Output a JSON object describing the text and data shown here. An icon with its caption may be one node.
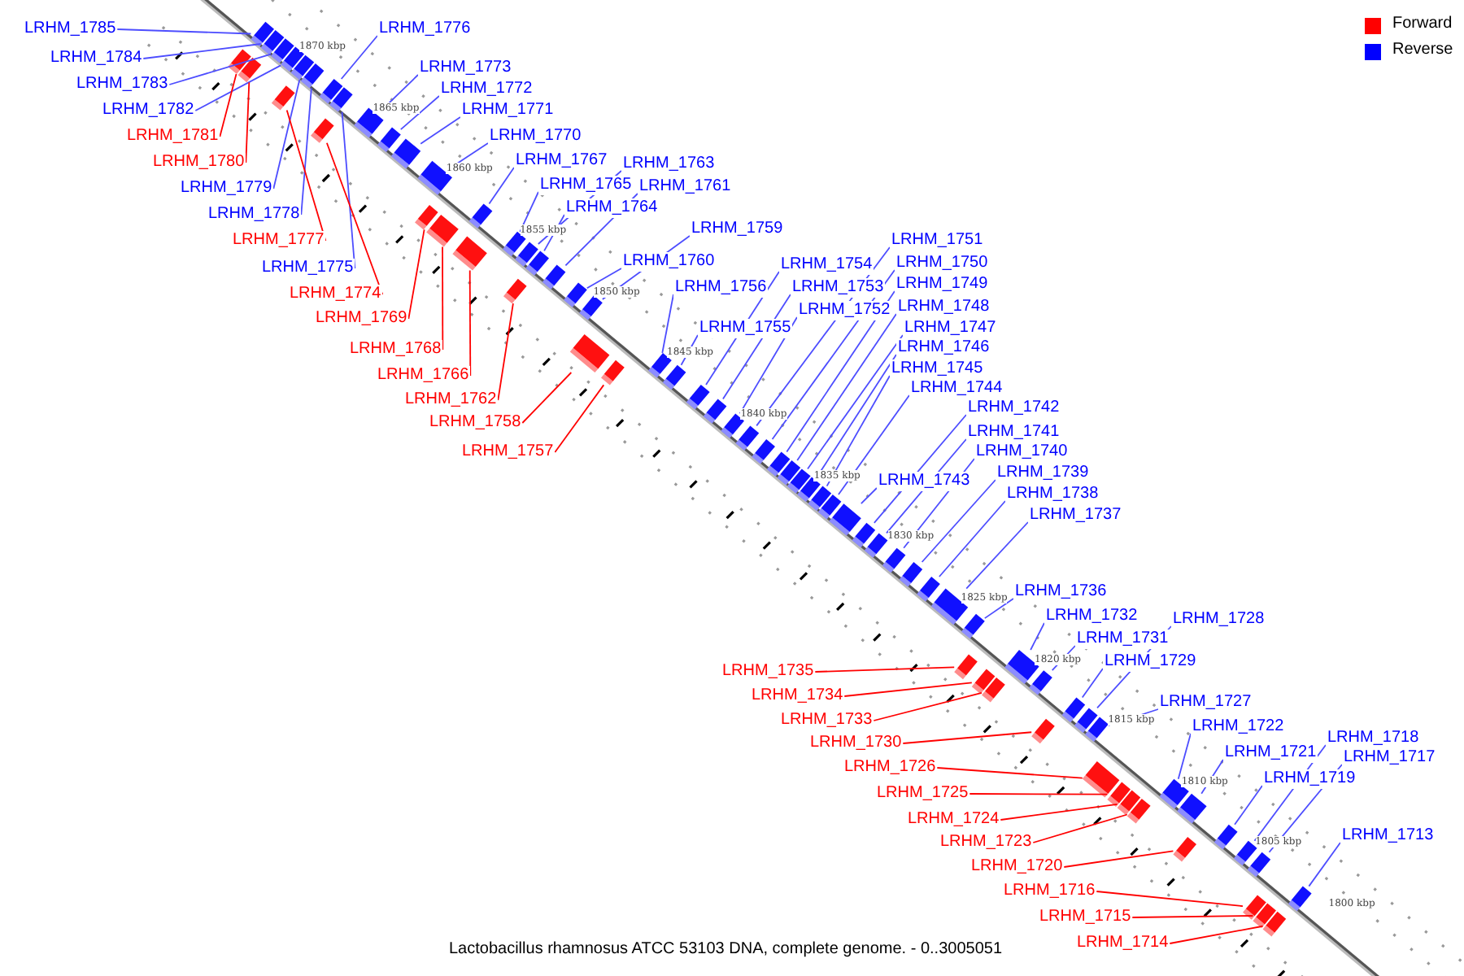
{
  "diagram": {
    "caption": "Lactobacillus rhamnosus ATCC 53103 DNA, complete genome. - 0..3005051",
    "nodes": [
      {
        "text": [
          "LRHM_1785"
        ]
      },
      {
        "text": [
          "LRHM_1784"
        ]
      },
      {
        "text": [
          "LRHM_1783"
        ]
      },
      {
        "text": [
          "LRHM_1782"
        ]
      },
      {
        "text": [
          "LRHM_1781"
        ]
      },
      {
        "text": [
          "LRHM_1780"
        ]
      },
      {
        "text": [
          "LRHM_1779"
        ]
      },
      {
        "text": [
          "LRHM_1778"
        ]
      },
      {
        "text": [
          "LRHM_1777"
        ]
      },
      {
        "text": [
          "LRHM_1775"
        ]
      },
      {
        "text": [
          "LRHM_1774"
        ]
      },
      {
        "text": [
          "LRHM_1769"
        ]
      },
      {
        "text": [
          "LRHM_1768"
        ]
      },
      {
        "text": [
          "LRHM_1766"
        ]
      },
      {
        "text": [
          "LRHM_1762"
        ]
      },
      {
        "text": [
          "LRHM_1758"
        ]
      },
      {
        "text": [
          "LRHM_1757"
        ]
      },
      {
        "text": [
          "LRHM_1776"
        ]
      },
      {
        "text": [
          "LRHM_1773"
        ]
      },
      {
        "text": [
          "LRHM_1772"
        ]
      },
      {
        "text": [
          "LRHM_1771"
        ]
      },
      {
        "text": [
          "LRHM_1770"
        ]
      },
      {
        "text": [
          "LRHM_1767"
        ]
      },
      {
        "text": [
          "LRHM_1763"
        ]
      },
      {
        "text": [
          "LRHM_1765"
        ]
      },
      {
        "text": [
          "LRHM_1761"
        ]
      },
      {
        "text": [
          "LRHM_1764"
        ]
      },
      {
        "text": [
          "LRHM_1759"
        ]
      },
      {
        "text": [
          "LRHM_1760"
        ]
      },
      {
        "text": [
          "LRHM_1756"
        ]
      },
      {
        "text": [
          "LRHM_1755"
        ]
      },
      {
        "text": [
          "LRHM_1754"
        ]
      },
      {
        "text": [
          "LRHM_1753"
        ]
      },
      {
        "text": [
          "LRHM_1752"
        ]
      },
      {
        "text": [
          "LRHM_1751"
        ]
      },
      {
        "text": [
          "LRHM_1750"
        ]
      },
      {
        "text": [
          "LRHM_1749"
        ]
      },
      {
        "text": [
          "LRHM_1748"
        ]
      },
      {
        "text": [
          "LRHM_1747"
        ]
      },
      {
        "text": [
          "LRHM_1746"
        ]
      },
      {
        "text": [
          "LRHM_1745"
        ]
      },
      {
        "text": [
          "LRHM_1744"
        ]
      },
      {
        "text": [
          "LRHM_1743"
        ]
      },
      {
        "text": [
          "LRHM_1742"
        ]
      },
      {
        "text": [
          "LRHM_1741"
        ]
      },
      {
        "text": [
          "LRHM_1740"
        ]
      },
      {
        "text": [
          "LRHM_1739"
        ]
      },
      {
        "text": [
          "LRHM_1738"
        ]
      },
      {
        "text": [
          "LRHM_1737"
        ]
      },
      {
        "text": [
          "LRHM_1736"
        ]
      },
      {
        "text": [
          "LRHM_1732"
        ]
      },
      {
        "text": [
          "LRHM_1731"
        ]
      },
      {
        "text": [
          "LRHM_1728"
        ]
      },
      {
        "text": [
          "LRHM_1729"
        ]
      },
      {
        "text": [
          "LRHM_1727"
        ]
      },
      {
        "text": [
          "LRHM_1722"
        ]
      },
      {
        "text": [
          "LRHM_1721"
        ]
      },
      {
        "text": [
          "LRHM_1718"
        ]
      },
      {
        "text": [
          "LRHM_1717"
        ]
      },
      {
        "text": [
          "LRHM_1719"
        ]
      },
      {
        "text": [
          "LRHM_1713"
        ]
      },
      {
        "text": [
          "LRHM_1735"
        ]
      },
      {
        "text": [
          "LRHM_1734"
        ]
      },
      {
        "text": [
          "LRHM_1733"
        ]
      },
      {
        "text": [
          "LRHM_1730"
        ]
      },
      {
        "text": [
          "LRHM_1726"
        ]
      },
      {
        "text": [
          "LRHM_1725"
        ]
      },
      {
        "text": [
          "LRHM_1724"
        ]
      },
      {
        "text": [
          "LRHM_1723"
        ]
      },
      {
        "text": [
          "LRHM_1720"
        ]
      },
      {
        "text": [
          "LRHM_1716"
        ]
      },
      {
        "text": [
          "LRHM_1715"
        ]
      },
      {
        "text": [
          "LRHM_1714"
        ]
      },
      {
        "text": [],
        "shape": "box"
      },
      {
        "text": [],
        "shape": "box"
      },
      {
        "text": [],
        "shape": "box"
      },
      {
        "text": [],
        "shape": "box"
      },
      {
        "text": [],
        "shape": "box"
      },
      {
        "text": [],
        "shape": "box"
      },
      {
        "text": [],
        "shape": "box"
      },
      {
        "text": [],
        "shape": "box"
      },
      {
        "text": [],
        "shape": "box"
      },
      {
        "text": [],
        "shape": "box"
      },
      {
        "text": [],
        "shape": "box"
      },
      {
        "text": [],
        "shape": "box"
      },
      {
        "text": [],
        "shape": "box"
      },
      {
        "text": [],
        "shape": "box"
      },
      {
        "text": [],
        "shape": "box"
      },
      {
        "text": [],
        "shape": "box"
      },
      {
        "text": [],
        "shape": "box"
      },
      {
        "text": [],
        "shape": "box"
      },
      {
        "text": [],
        "shape": "box"
      },
      {
        "text": [],
        "shape": "box"
      },
      {
        "text": [],
        "shape": "box"
      },
      {
        "text": [],
        "shape": "box"
      },
      {
        "text": [],
        "shape": "box"
      },
      {
        "text": [],
        "shape": "box"
      },
      {
        "text": [],
        "shape": "box"
      },
      {
        "text": [],
        "shape": "box"
      },
      {
        "text": [],
        "shape": "box"
      },
      {
        "text": [],
        "shape": "box"
      },
      {
        "text": [],
        "shape": "box"
      },
      {
        "text": [],
        "shape": "box"
      },
      {
        "text": [],
        "shape": "box"
      },
      {
        "text": [],
        "shape": "box"
      },
      {
        "text": [],
        "shape": "box"
      },
      {
        "text": [],
        "shape": "box"
      },
      {
        "text": [],
        "shape": "box"
      },
      {
        "text": [],
        "shape": "box"
      },
      {
        "text": [],
        "shape": "box"
      },
      {
        "text": [],
        "shape": "box"
      },
      {
        "text": [],
        "shape": "box"
      },
      {
        "text": [],
        "shape": "box"
      },
      {
        "text": [],
        "shape": "box"
      },
      {
        "text": [],
        "shape": "box"
      },
      {
        "text": [],
        "shape": "box"
      },
      {
        "text": [],
        "shape": "box"
      },
      {
        "text": [],
        "shape": "box"
      },
      {
        "text": [],
        "shape": "box"
      },
      {
        "text": [],
        "shape": "box"
      },
      {
        "text": [],
        "shape": "box"
      },
      {
        "text": [],
        "shape": "box"
      },
      {
        "text": [],
        "shape": "box"
      },
      {
        "text": [],
        "shape": "box"
      },
      {
        "text": [],
        "shape": "box"
      },
      {
        "text": [],
        "shape": "box"
      },
      {
        "text": [],
        "shape": "box"
      },
      {
        "text": [],
        "shape": "box"
      },
      {
        "text": [],
        "shape": "box"
      },
      {
        "text": [],
        "shape": "box"
      },
      {
        "text": [],
        "shape": "box"
      },
      {
        "text": [],
        "shape": "box"
      },
      {
        "text": [],
        "shape": "box"
      },
      {
        "text": [],
        "shape": "box"
      },
      {
        "text": [],
        "shape": "box"
      },
      {
        "text": [],
        "shape": "box"
      },
      {
        "text": [],
        "shape": "box"
      },
      {
        "text": [],
        "shape": "box"
      },
      {
        "text": [],
        "shape": "box"
      },
      {
        "text": [],
        "shape": "box"
      },
      {
        "text": [],
        "shape": "box"
      },
      {
        "text": [],
        "shape": "box"
      },
      {
        "text": [],
        "shape": "box"
      },
      {
        "text": [],
        "shape": "box"
      },
      {
        "text": [],
        "shape": "box"
      },
      {
        "text": [],
        "shape": "box"
      }
    ],
    "edges": [
      {
        "from": 0,
        "to": 73,
        "arrow": "none"
      },
      {
        "from": 1,
        "to": 74,
        "arrow": "none"
      },
      {
        "from": 2,
        "to": 75,
        "arrow": "none"
      },
      {
        "from": 3,
        "to": 76,
        "arrow": "none"
      },
      {
        "from": 4,
        "to": 77,
        "arrow": "none",
        "color": "#ff0000"
      },
      {
        "from": 5,
        "to": 78,
        "arrow": "none",
        "color": "#ff0000"
      },
      {
        "from": 6,
        "to": 79,
        "arrow": "none"
      },
      {
        "from": 7,
        "to": 80,
        "arrow": "none"
      },
      {
        "from": 8,
        "to": 81,
        "arrow": "none",
        "color": "#ff0000"
      },
      {
        "from": 9,
        "to": 83,
        "arrow": "none"
      },
      {
        "from": 10,
        "to": 84,
        "arrow": "none",
        "color": "#ff0000"
      },
      {
        "from": 11,
        "to": 89,
        "arrow": "none",
        "color": "#ff0000"
      },
      {
        "from": 12,
        "to": 90,
        "arrow": "none",
        "color": "#ff0000"
      },
      {
        "from": 13,
        "to": 92,
        "arrow": "none",
        "color": "#ff0000"
      },
      {
        "from": 14,
        "to": 96,
        "arrow": "none",
        "color": "#ff0000"
      },
      {
        "from": 15,
        "to": 100,
        "arrow": "none",
        "color": "#ff0000"
      },
      {
        "from": 16,
        "to": 101,
        "arrow": "none",
        "color": "#ff0000"
      },
      {
        "from": 17,
        "to": 82,
        "arrow": "none"
      },
      {
        "from": 18,
        "to": 85,
        "arrow": "none"
      },
      {
        "from": 19,
        "to": 86,
        "arrow": "none"
      },
      {
        "from": 20,
        "to": 87,
        "arrow": "none"
      },
      {
        "from": 21,
        "to": 88,
        "arrow": "none"
      },
      {
        "from": 22,
        "to": 91,
        "arrow": "none"
      },
      {
        "from": 23,
        "to": 94,
        "arrow": "none"
      },
      {
        "from": 24,
        "to": 93,
        "arrow": "none"
      },
      {
        "from": 25,
        "to": 97,
        "arrow": "none"
      },
      {
        "from": 26,
        "to": 95,
        "arrow": "none"
      },
      {
        "from": 27,
        "to": 99,
        "arrow": "none"
      },
      {
        "from": 28,
        "to": 98,
        "arrow": "none"
      },
      {
        "from": 29,
        "to": 102,
        "arrow": "none"
      },
      {
        "from": 30,
        "to": 103,
        "arrow": "none"
      },
      {
        "from": 31,
        "to": 104,
        "arrow": "none"
      },
      {
        "from": 32,
        "to": 105,
        "arrow": "none"
      },
      {
        "from": 33,
        "to": 106,
        "arrow": "none"
      },
      {
        "from": 34,
        "to": 107,
        "arrow": "none"
      },
      {
        "from": 35,
        "to": 108,
        "arrow": "none"
      },
      {
        "from": 36,
        "to": 109,
        "arrow": "none"
      },
      {
        "from": 37,
        "to": 110,
        "arrow": "none"
      },
      {
        "from": 38,
        "to": 111,
        "arrow": "none"
      },
      {
        "from": 39,
        "to": 112,
        "arrow": "none"
      },
      {
        "from": 40,
        "to": 113,
        "arrow": "none"
      },
      {
        "from": 41,
        "to": 114,
        "arrow": "none"
      },
      {
        "from": 42,
        "to": 115,
        "arrow": "none"
      },
      {
        "from": 43,
        "to": 116,
        "arrow": "none"
      },
      {
        "from": 44,
        "to": 117,
        "arrow": "none"
      },
      {
        "from": 45,
        "to": 118,
        "arrow": "none"
      },
      {
        "from": 46,
        "to": 119,
        "arrow": "none"
      },
      {
        "from": 47,
        "to": 120,
        "arrow": "none"
      },
      {
        "from": 48,
        "to": 121,
        "arrow": "none"
      },
      {
        "from": 49,
        "to": 122,
        "arrow": "none"
      },
      {
        "from": 50,
        "to": 126,
        "arrow": "none"
      },
      {
        "from": 51,
        "to": 127,
        "arrow": "none"
      },
      {
        "from": 52,
        "to": 130,
        "arrow": "none"
      },
      {
        "from": 53,
        "to": 129,
        "arrow": "none"
      },
      {
        "from": 54,
        "to": 131,
        "arrow": "none"
      },
      {
        "from": 55,
        "to": 136,
        "arrow": "none"
      },
      {
        "from": 56,
        "to": 137,
        "arrow": "none"
      },
      {
        "from": 57,
        "to": 140,
        "arrow": "none"
      },
      {
        "from": 58,
        "to": 141,
        "arrow": "none"
      },
      {
        "from": 59,
        "to": 139,
        "arrow": "none"
      },
      {
        "from": 60,
        "to": 145,
        "arrow": "none"
      },
      {
        "from": 61,
        "to": 123,
        "arrow": "none",
        "color": "#ff0000"
      },
      {
        "from": 62,
        "to": 124,
        "arrow": "none",
        "color": "#ff0000"
      },
      {
        "from": 63,
        "to": 125,
        "arrow": "none",
        "color": "#ff0000"
      },
      {
        "from": 64,
        "to": 128,
        "arrow": "none",
        "color": "#ff0000"
      },
      {
        "from": 65,
        "to": 132,
        "arrow": "none",
        "color": "#ff0000"
      },
      {
        "from": 66,
        "to": 133,
        "arrow": "none",
        "color": "#ff0000"
      },
      {
        "from": 67,
        "to": 134,
        "arrow": "none",
        "color": "#ff0000"
      },
      {
        "from": 68,
        "to": 135,
        "arrow": "none",
        "color": "#ff0000"
      },
      {
        "from": 69,
        "to": 138,
        "arrow": "none",
        "color": "#ff0000"
      },
      {
        "from": 70,
        "to": 142,
        "arrow": "none",
        "color": "#ff0000"
      },
      {
        "from": 71,
        "to": 143,
        "arrow": "none",
        "color": "#ff0000"
      },
      {
        "from": 72,
        "to": 144,
        "arrow": "none",
        "color": "#ff0000"
      }
    ],
    "labels": [
      "1870 kbp",
      "1865 kbp",
      "1860 kbp",
      "1855 kbp",
      "1850 kbp",
      "1845 kbp",
      "1840 kbp",
      "1835 kbp",
      "1830 kbp",
      "1825 kbp",
      "1820 kbp",
      "1815 kbp",
      "1810 kbp",
      "1805 kbp",
      "1800 kbp"
    ],
    "legend": [
      {
        "text": "Forward",
        "color": "#ff0000"
      },
      {
        "text": "Reverse",
        "color": "#0000ff"
      }
    ]
  }
}
